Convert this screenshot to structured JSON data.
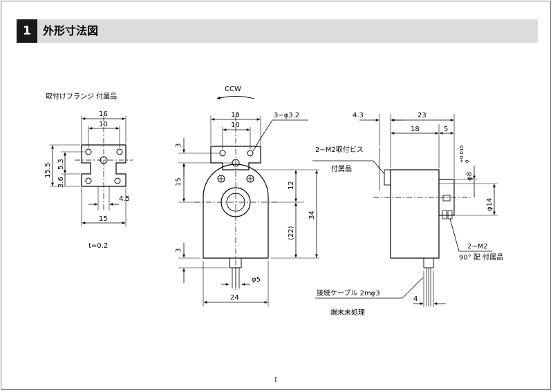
{
  "heading": {
    "number": "1",
    "title": "外形寸法図"
  },
  "flange": {
    "title": "取付けフランジ 付属品",
    "dim_16": "16",
    "dim_10": "10",
    "dim_15_5": "15.5",
    "dim_5_3": "5.3",
    "dim_3_6": "3.6",
    "dim_4_5": "4.5",
    "dim_15": "15",
    "thickness": "t=0.2"
  },
  "front": {
    "rotation": "CCW",
    "dim_16": "16",
    "dim_10": "10",
    "holes": "3−φ3.2",
    "dim_3_top": "3",
    "dim_15": "15",
    "dim_12": "12",
    "dim_34": "34",
    "dim_22": "(22)",
    "dim_3_bottom": "3",
    "dim_phi5": "φ5",
    "dim_24": "24"
  },
  "side": {
    "dim_4_3": "4.3",
    "dim_23": "23",
    "dim_18": "18",
    "dim_5": "5",
    "screw_label": "2−M2取付ビス",
    "accessory": "付属品",
    "tol_upper": "+0.015",
    "tol_lower": "0",
    "dim_phi8": "φ8",
    "dim_phi14": "φ14",
    "m2_label": "2−M2",
    "m2_note": "90° 配 付属品",
    "cable_label": "接続ケーブル 2mφ3",
    "cable_note": "端末未処理",
    "dim_4": "4"
  },
  "page_number": "1"
}
